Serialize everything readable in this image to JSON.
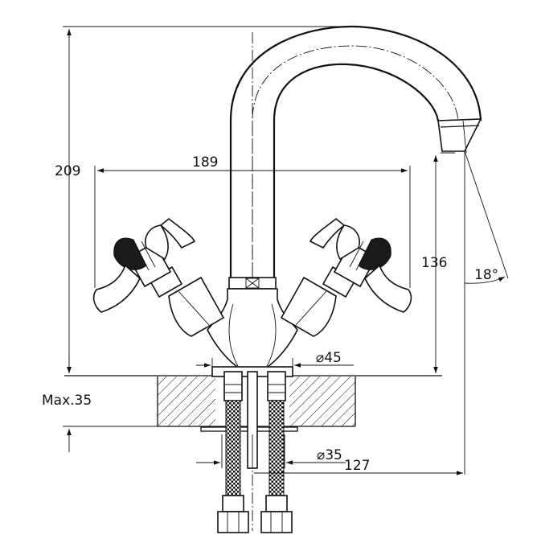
{
  "drawing": {
    "subject": "single-hole basin mixer tap with cross handles",
    "dimensions": {
      "overall_height": "209",
      "handle_span": "189",
      "spout_height": "136",
      "spout_angle": "18°",
      "base_diameter": "⌀45",
      "shank_diameter": "⌀35",
      "spout_reach": "127",
      "max_deck_thickness": "Max.35"
    }
  }
}
